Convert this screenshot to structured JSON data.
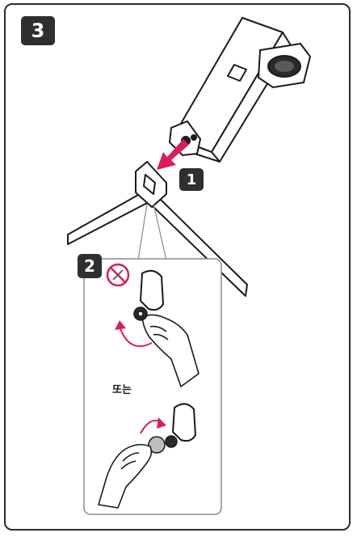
{
  "step_number": "3",
  "substep_1": "1",
  "substep_2": "2",
  "alt_label": "또는",
  "colors": {
    "arrow": "#d6205a",
    "badge": "#2f2f2f",
    "line": "#1a1a1a"
  }
}
